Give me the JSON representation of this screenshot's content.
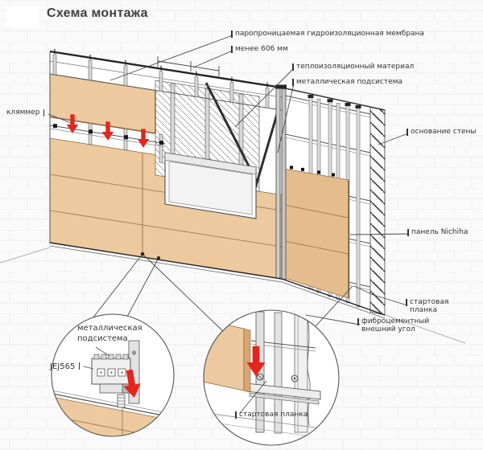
{
  "title": "Схема монтажа",
  "colors": {
    "bg": "#fafafa",
    "brick_line": "#ebebeb",
    "title": "#3f3f3f",
    "text": "#333333",
    "panel": "#ecc99e",
    "panel_side": "#e4bc8e",
    "panel_edge": "#96703f",
    "arrow": "#e2251d",
    "metal": "#d8d8d8",
    "line": "#555555"
  },
  "labels": {
    "membrane": "паропроницаемая гидроизоляционная мембрана",
    "dimension": "менее 606 мм",
    "insulation": "теплоизоляционный материал",
    "subsystem": "металлическая подсистема",
    "wall_base": "основание стены",
    "panel": "панель Nichiha",
    "starter_line1": "стартовая",
    "starter_line2": "планка",
    "corner_line1": "фиброцементный",
    "corner_line2": "внешний угол",
    "clamp": "кляммер"
  },
  "detail_left": {
    "subsystem_line1": "металлическая",
    "subsystem_line2": "подсистема",
    "part_code": "JEJ565"
  },
  "detail_middle": {
    "starter": "стартовая планка"
  }
}
